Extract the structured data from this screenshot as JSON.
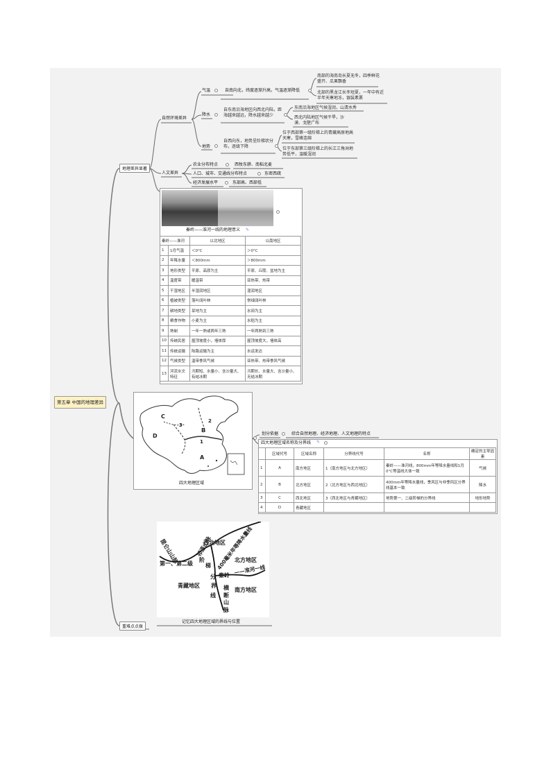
{
  "root": {
    "label": "第五章 中国的地理差异"
  },
  "branch1": {
    "label": "地理差异显著",
    "env": {
      "label": "自然环境差异",
      "temp": {
        "label": "气温",
        "desc": "自南向北，纬度逐渐升高，气温逐渐降低",
        "south": "南部的海南岛长夏无冬，四季鲜花盛开、瓜果飘香",
        "north": "北部的黑龙江长冬短夏，一年中有近半年天寒地冻，银装素裹"
      },
      "precip": {
        "label": "降水",
        "desc": "自东南沿海地区向西北内陆，距海越来越远，降水越来越少",
        "east": "东南沿海地区气候湿润，山清水秀",
        "west": "西北内陆地区气候干旱，沙漠、戈壁广布"
      },
      "terrain": {
        "label": "地势",
        "desc": "自西向东，地势呈阶梯状分布，逐级下降",
        "west": "位于西部第一级阶梯上的青藏高原地高天寒，雪峰连绵",
        "east": "位于东部第三级阶梯上的长江三角洲地势低平，温暖湿润"
      }
    },
    "human": {
      "label": "人文差异",
      "agri": {
        "label": "农业分布特点",
        "value": "西牧东耕、南稻北麦"
      },
      "pop": {
        "label": "人口、城市、交通线分布特点",
        "value": "东密西疏"
      },
      "econ": {
        "label": "经济发展水平",
        "value": "东部高、西部低"
      }
    },
    "qinling": {
      "caption": "秦岭——淮河一线的地理意义",
      "headers": [
        "秦岭——淮河",
        "以北地区",
        "以南地区"
      ],
      "rows": [
        [
          "1",
          "1月气温",
          "＜0°C",
          "＞0°C"
        ],
        [
          "2",
          "年降水量",
          "＜800mm",
          "＞800mm"
        ],
        [
          "3",
          "地形类型",
          "平原、高原为主",
          "平原、丘陵、盆地为主"
        ],
        [
          "4",
          "温度带",
          "暖温带",
          "亚热带、热带"
        ],
        [
          "5",
          "干湿地区",
          "半湿润地区",
          "湿润地区"
        ],
        [
          "6",
          "植被类型",
          "落叶阔叶林",
          "常绿阔叶林"
        ],
        [
          "7",
          "耕地类型",
          "旱地为主",
          "水田为主"
        ],
        [
          "8",
          "粮食作物",
          "小麦为主",
          "水稻为主"
        ],
        [
          "9",
          "熟制",
          "一年一熟或两年三熟",
          "一年两熟到三熟"
        ],
        [
          "10",
          "传统民居",
          "屋顶坡度小，墙体厚",
          "屋顶坡度大，墙体高"
        ],
        [
          "11",
          "传统运输",
          "陆路运输为主",
          "水运发达"
        ],
        [
          "12",
          "气候类型",
          "温带季风气候",
          "亚热带、热带季风气候"
        ],
        [
          "13",
          "河流水文特征",
          "汛期短、水量小、含沙量大、有结冰期",
          "汛期长、水量大、含沙量小、无结冰期"
        ]
      ]
    }
  },
  "branch2": {
    "map_caption": "四大地理区域",
    "map_labels": [
      "A",
      "B",
      "C",
      "D",
      "1",
      "2",
      "3"
    ],
    "basis": {
      "label": "划分依据",
      "value": "综合自然地理、经济地理、人文地理的特点"
    },
    "table_title": "四大地理区域名称及分界线",
    "headers": [
      "区域代号",
      "区域名称",
      "分界线代号",
      "名称",
      "确定的主导因素"
    ],
    "rows": [
      [
        "1",
        "A",
        "南方地区",
        "1（南方地区与北方地区）",
        "秦岭——淮河线，800mm年等降水量线和1月0°C等温线大体一致",
        "气候"
      ],
      [
        "2",
        "B",
        "北方地区",
        "2（北方地区与西北地区）",
        "400mm年等降水量线，季风区与非季风区分界线基本一致",
        "降水"
      ],
      [
        "3",
        "C",
        "西北地区",
        "3（西北地区与青藏地区）",
        "地势第一、二级阶梯的分界线",
        "地形地势"
      ],
      [
        "4",
        "D",
        "青藏地区",
        "",
        "",
        ""
      ]
    ]
  },
  "branch3": {
    "label": "重难点点拨",
    "caption": "记忆四大地理区域的界线与位置",
    "diagram": {
      "kunlun": "昆仑山山脉",
      "qilian": "祁连山脉",
      "line400": "400毫米年等降水量线",
      "northwest": "西北地区",
      "north": "北方地区",
      "step": "第一、第二级",
      "jie": "阶",
      "ti": "梯",
      "fen": "分",
      "jiexian": "界",
      "xian": "线",
      "qinghai": "青藏地区",
      "qinling": "秦岭",
      "huaihe": "——淮河一线",
      "south": "南方地区",
      "hengduan": "横断山脉"
    }
  }
}
